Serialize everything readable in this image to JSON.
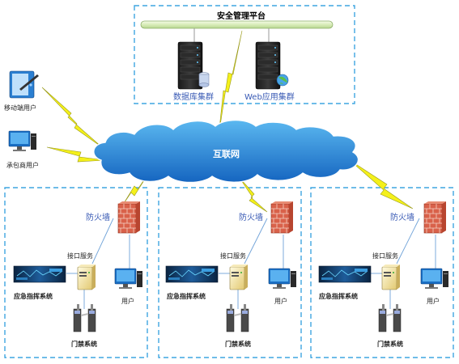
{
  "platform": {
    "title": "安全管理平台",
    "db_cluster": "数据库集群",
    "web_cluster": "Web应用集群"
  },
  "external_users": {
    "mobile": "移动端用户",
    "contractor": "承包商用户"
  },
  "internet": "互联网",
  "site_labels": {
    "firewall": "防火墙",
    "interface": "接口服务",
    "emergency": "应急指挥系统",
    "access": "门禁系统",
    "user": "用户"
  },
  "sites": [
    {
      "firewall": "防火墙",
      "interface": "接口服务",
      "emergency": "应急指挥系统",
      "access": "门禁系统",
      "user": "用户"
    },
    {
      "firewall": "防火墙",
      "interface": "接口服务",
      "emergency": "应急指挥系统",
      "access": "门禁系统",
      "user": "用户"
    },
    {
      "firewall": "防火墙",
      "interface": "接口服务",
      "emergency": "应急指挥系统",
      "access": "门禁系统",
      "user": "用户"
    }
  ],
  "colors": {
    "border_dash": "#3ea6e0",
    "cloud": "#1b7fd4",
    "lightning": "#f4f01a",
    "firewall": "#d9614a",
    "label_blue": "#3a5bb5"
  }
}
